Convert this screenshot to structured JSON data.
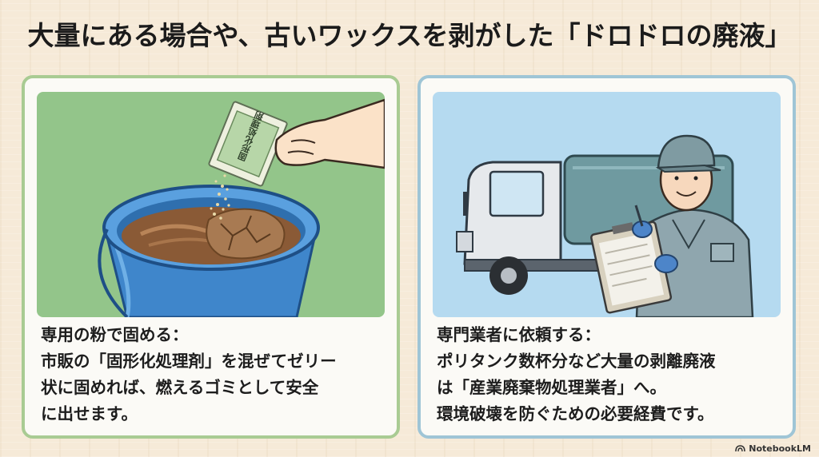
{
  "title": "大量にある場合や、古いワックスを剥がした「ドロドロの廃液」",
  "left_panel": {
    "packet_text": "固形化処理剤",
    "caption": [
      "専用の粉で固める：",
      "市販の「固形化処理剤」を混ぜてゼリー",
      "状に固めれば、燃えるゴミとして安全",
      "に出せます。"
    ]
  },
  "right_panel": {
    "caption": [
      "専門業者に依頼する：",
      "ポリタンク数杯分など大量の剥離廃液",
      "は「産業廃棄物処理業者」へ。",
      "環境破壊を防ぐための必要経費です。"
    ]
  },
  "brand": "NotebookLM",
  "colors": {
    "left_border": "#a9cb93",
    "right_border": "#9fc5d6",
    "left_bg": "#93c58a",
    "right_bg": "#b5daf0",
    "bucket": "#4a8fd0"
  }
}
